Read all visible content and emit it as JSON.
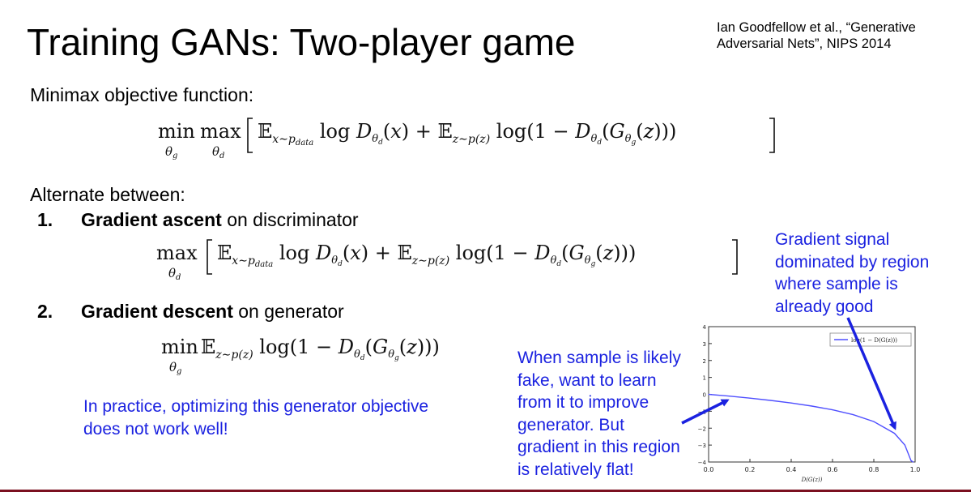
{
  "title": "Training GANs: Two-player game",
  "citation": {
    "line1": "Ian Goodfellow et al., “Generative",
    "line2": "Adversarial Nets”, NIPS 2014"
  },
  "minimax_label": "Minimax objective function:",
  "alternate_label": "Alternate between:",
  "step1": {
    "number": "1.",
    "bold": "Gradient ascent",
    "rest": " on discriminator"
  },
  "step2": {
    "number": "2.",
    "bold": "Gradient descent",
    "rest": " on generator"
  },
  "practice_note": {
    "line1": "In practice, optimizing this generator objective",
    "line2": "does not work well!"
  },
  "annotation_left": {
    "lines": [
      "When sample is likely",
      "fake, want to learn",
      "from it to improve",
      "generator. But",
      "gradient in this region",
      "is relatively flat!"
    ]
  },
  "annotation_right": {
    "lines": [
      "Gradient signal",
      "dominated by region",
      "where sample is",
      "already good"
    ]
  },
  "colors": {
    "annotation": "#1b22e0",
    "curve": "#5050ff",
    "footer": "#7b1020"
  },
  "chart_data": {
    "type": "line",
    "function": "log(1 - D(G(z)))",
    "legend": "log(1 − D(G(z)))",
    "legend_position": "top-right",
    "xlabel": "D(G(z))",
    "ylabel": "",
    "xlim": [
      0.0,
      1.0
    ],
    "ylim": [
      -4,
      4
    ],
    "xticks": [
      "0.0",
      "0.2",
      "0.4",
      "0.6",
      "0.8",
      "1.0"
    ],
    "yticks": [
      "4",
      "3",
      "2",
      "1",
      "0",
      "−1",
      "−2",
      "−3",
      "−4"
    ],
    "grid": false,
    "series": [
      {
        "x": [
          0.0,
          0.1,
          0.2,
          0.3,
          0.4,
          0.5,
          0.6,
          0.7,
          0.8,
          0.9,
          0.95,
          0.98,
          0.99
        ],
        "y": [
          0.0,
          -0.105,
          -0.223,
          -0.357,
          -0.511,
          -0.693,
          -0.916,
          -1.204,
          -1.609,
          -2.303,
          -2.996,
          -3.912,
          -4.0
        ]
      }
    ]
  }
}
